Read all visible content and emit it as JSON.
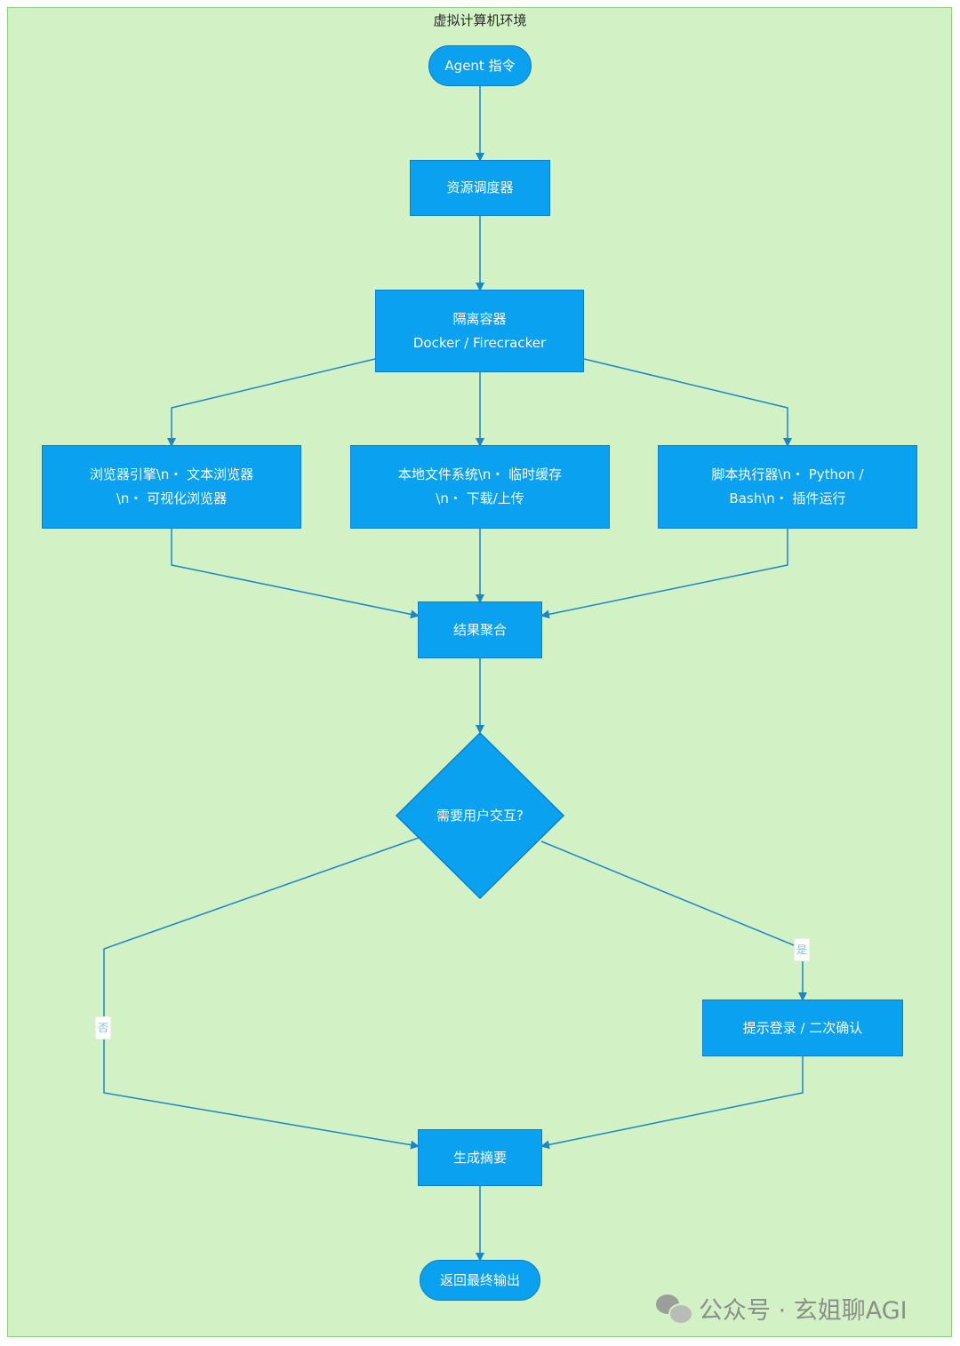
{
  "environment_title": "虚拟计算机环境",
  "nodes": {
    "agent": "Agent 指令",
    "scheduler": "资源调度器",
    "container_line1": "隔离容器",
    "container_line2": "Docker / Firecracker",
    "browser_line1": "浏览器引擎\\n・ 文本浏览器",
    "browser_line2": "\\n・ 可视化浏览器",
    "filesystem_line1": "本地文件系统\\n・ 临时缓存",
    "filesystem_line2": "\\n・ 下载/上传",
    "script_line1": "脚本执行器\\n・ Python /",
    "script_line2": "Bash\\n・ 插件运行",
    "aggregate": "结果聚合",
    "decision": "需要用户交互?",
    "prompt_login": "提示登录 / 二次确认",
    "summary": "生成摘要",
    "output": "返回最终输出"
  },
  "edge_labels": {
    "yes": "是",
    "no": "否"
  },
  "watermark": "公众号 · 玄姐聊AGI",
  "colors": {
    "background": "#d2f2c6",
    "node_fill": "#0aa2f0",
    "node_border": "#0b7fc9",
    "edge": "#1a86c8"
  }
}
